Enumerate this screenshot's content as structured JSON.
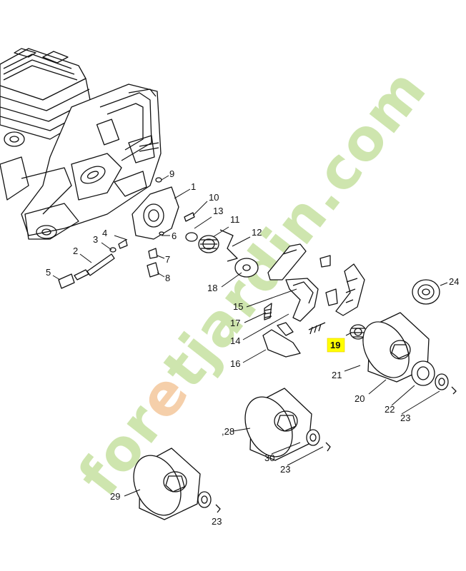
{
  "watermark": {
    "text_prefix": "for",
    "text_accent": "e",
    "text_suffix": "tjardin.com",
    "green": "#c5e0a0",
    "accent": "#f3c79b",
    "grey": "#cfcac2"
  },
  "highlight_color": "#ffff00",
  "callouts": [
    {
      "id": "1",
      "text": "1"
    },
    {
      "id": "2",
      "text": "2"
    },
    {
      "id": "3",
      "text": "3"
    },
    {
      "id": "4",
      "text": "4"
    },
    {
      "id": "5",
      "text": "5"
    },
    {
      "id": "6",
      "text": "6"
    },
    {
      "id": "7",
      "text": "7"
    },
    {
      "id": "8",
      "text": "8"
    },
    {
      "id": "9",
      "text": "9"
    },
    {
      "id": "10",
      "text": "10"
    },
    {
      "id": "11",
      "text": "11"
    },
    {
      "id": "12",
      "text": "12"
    },
    {
      "id": "13",
      "text": "13"
    },
    {
      "id": "14",
      "text": "14"
    },
    {
      "id": "15",
      "text": "15"
    },
    {
      "id": "16",
      "text": "16"
    },
    {
      "id": "17",
      "text": "17"
    },
    {
      "id": "18",
      "text": "18"
    },
    {
      "id": "19",
      "text": "19",
      "highlighted": true
    },
    {
      "id": "20",
      "text": "20"
    },
    {
      "id": "21",
      "text": "21"
    },
    {
      "id": "22",
      "text": "22"
    },
    {
      "id": "23a",
      "text": "23"
    },
    {
      "id": "23b",
      "text": "23"
    },
    {
      "id": "23c",
      "text": "23"
    },
    {
      "id": "24",
      "text": "24"
    },
    {
      "id": "28",
      "text": ",28"
    },
    {
      "id": "29",
      "text": "29"
    },
    {
      "id": "30",
      "text": "30"
    }
  ]
}
